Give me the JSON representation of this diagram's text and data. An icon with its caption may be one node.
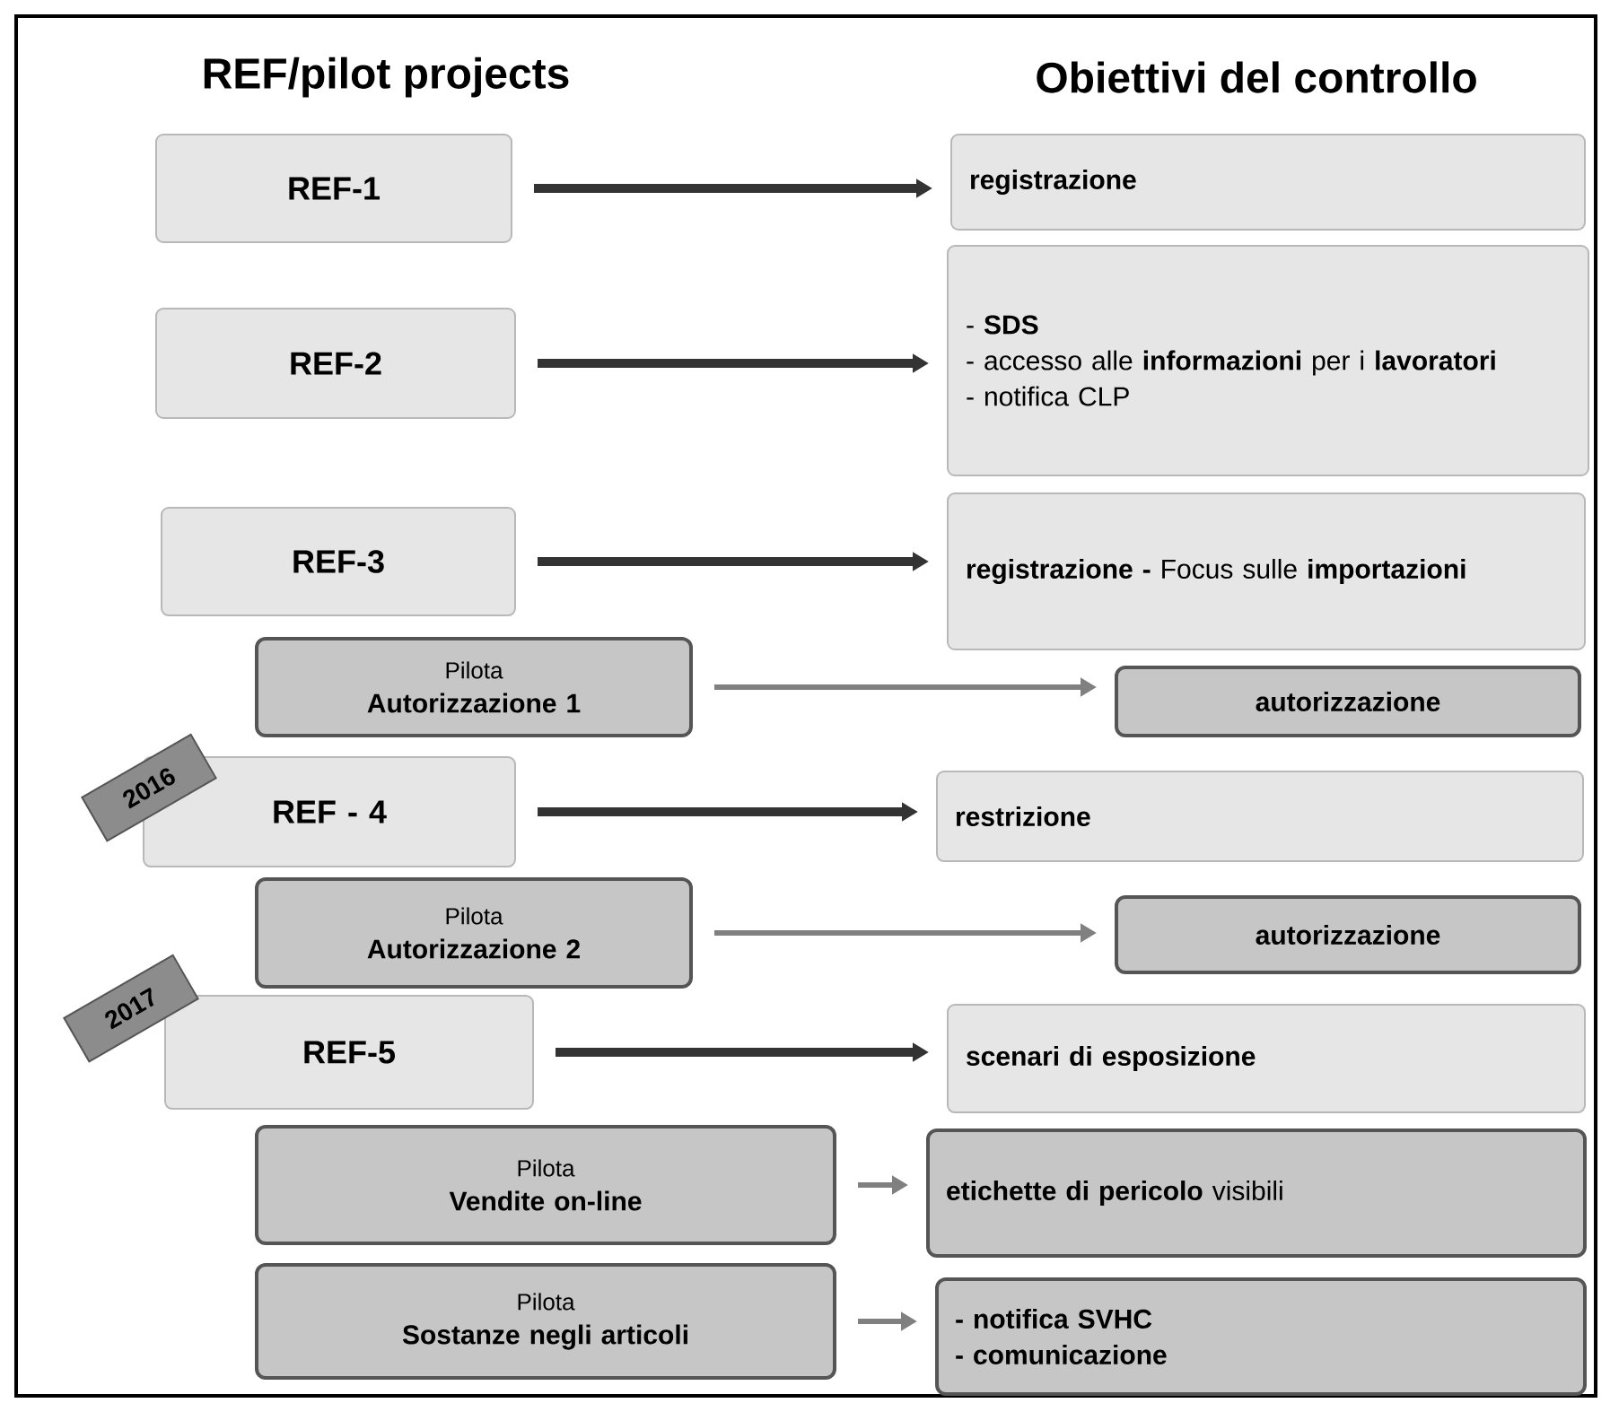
{
  "diagram": {
    "nodes": [
      {
        "text": [
          "REF-1"
        ]
      },
      {
        "text": [
          "registrazione"
        ]
      },
      {
        "text": [
          "REF-2"
        ]
      },
      {
        "text": [
          "- **SDS**",
          "- accesso alle **informazioni** per i **lavoratori**",
          "- notifica CLP"
        ]
      },
      {
        "text": [
          "REF-3"
        ]
      },
      {
        "text": [
          "**registrazione -** Focus sulle **importazioni**"
        ]
      },
      {
        "text": [
          "Pilota",
          "Autorizzazione 1"
        ]
      },
      {
        "text": [
          "autorizzazione"
        ]
      },
      {
        "text": [
          "2016"
        ]
      },
      {
        "text": [
          "REF - 4"
        ]
      },
      {
        "text": [
          "restrizione"
        ]
      },
      {
        "text": [
          "Pilota",
          "Autorizzazione 2"
        ]
      },
      {
        "text": [
          "autorizzazione"
        ]
      },
      {
        "text": [
          "2017"
        ]
      },
      {
        "text": [
          "REF-5"
        ]
      },
      {
        "text": [
          "scenari di esposizione"
        ]
      },
      {
        "text": [
          "Pilota",
          "Vendite on-line"
        ]
      },
      {
        "text": [
          "**etichette di pericolo** visibili"
        ]
      },
      {
        "text": [
          "Pilota",
          "Sostanze negli articoli"
        ]
      },
      {
        "text": [
          "- notifica SVHC",
          "- comunicazione"
        ]
      }
    ],
    "edges": [
      {
        "from": 0,
        "to": 1,
        "arrow": "to"
      },
      {
        "from": 2,
        "to": 3,
        "arrow": "to"
      },
      {
        "from": 4,
        "to": 5,
        "arrow": "to"
      },
      {
        "from": 6,
        "to": 7,
        "arrow": "to",
        "color": "#808080"
      },
      {
        "from": 9,
        "to": 10,
        "arrow": "to"
      },
      {
        "from": 11,
        "to": 12,
        "arrow": "to",
        "color": "#808080"
      },
      {
        "from": 14,
        "to": 15,
        "arrow": "to"
      },
      {
        "from": 16,
        "to": 17,
        "arrow": "to",
        "color": "#808080"
      },
      {
        "from": 18,
        "to": 19,
        "arrow": "to",
        "color": "#808080"
      }
    ],
    "labels": [
      "REF/pilot projects",
      "Obiettivi del controllo"
    ]
  }
}
